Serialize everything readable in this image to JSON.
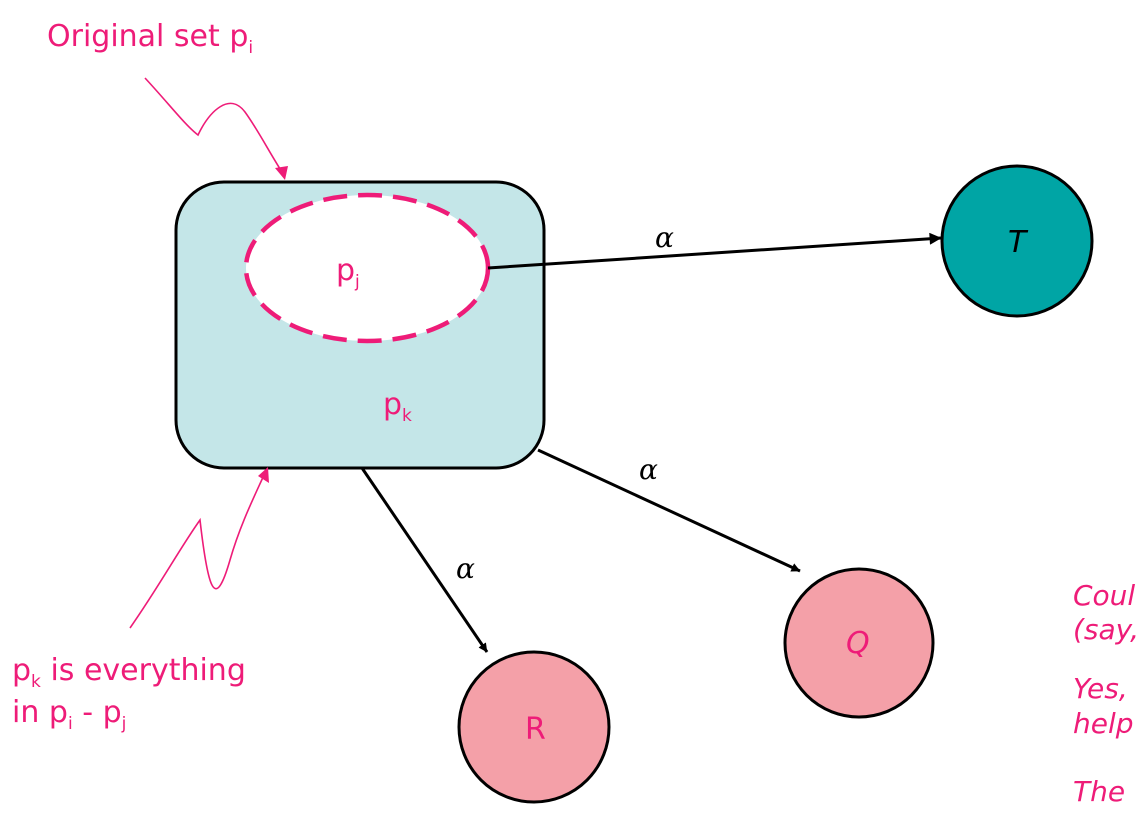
{
  "colors": {
    "accent": "#ee1c78",
    "set_box_fill": "#c4e6e8",
    "node_t_fill": "#00a5a5",
    "node_pink_fill": "#f4a0a8",
    "edge": "#000000"
  },
  "labels": {
    "original_set": "Original set p",
    "original_set_sub": "i",
    "pj": "p",
    "pj_sub": "j",
    "pk": "p",
    "pk_sub": "k",
    "pk_desc_line1": "p",
    "pk_desc_line1_sub": "k",
    "pk_desc_line1_rest": " is everything",
    "pk_desc_line2": "in p",
    "pk_desc_line2_sub1": "i",
    "pk_desc_line2_mid": " - p",
    "pk_desc_line2_sub2": "j"
  },
  "nodes": {
    "T": "T",
    "Q": "Q",
    "R": "R"
  },
  "edges": {
    "to_T": "α",
    "to_Q": "α",
    "to_R": "α"
  },
  "notes": {
    "line1": "Coul",
    "line2": "(say,",
    "line3": "Yes,",
    "line4": "help",
    "line5": "The"
  }
}
